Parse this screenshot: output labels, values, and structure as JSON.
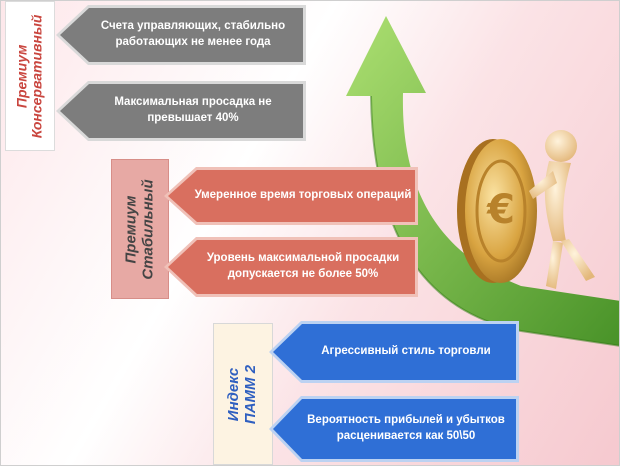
{
  "colors": {
    "gray": "#7d7d7d",
    "gray_border": "#d9d9d9",
    "salmon": "#d96f5f",
    "salmon_border": "#f0c1b8",
    "blue": "#2f6fd6",
    "blue_border": "#bcd2f2",
    "green_arrow": "#5fae2e",
    "coin": "#d9a441"
  },
  "groups": [
    {
      "title_line1": "Премиум",
      "title_line2": "Консервативный",
      "label_color": "#c9463f",
      "arrows": [
        {
          "text": "Счета управляющих, стабильно работающих не менее года"
        },
        {
          "text": "Максимальная просадка не превышает 40%"
        }
      ]
    },
    {
      "title_line1": "Премиум",
      "title_line2": "Стабильный",
      "label_color": "#444444",
      "arrows": [
        {
          "text": "Умеренное время торговых операций"
        },
        {
          "text": "Уровень максимальной просадки допускается не более 50%"
        }
      ]
    },
    {
      "title_line1": "Индекс",
      "title_line2": "ПАММ 2",
      "label_color": "#2f5fc0",
      "arrows": [
        {
          "text": "Агрессивный стиль торговли"
        },
        {
          "text": "Вероятность прибылей и убытков расценивается как 50\\50"
        }
      ]
    }
  ]
}
